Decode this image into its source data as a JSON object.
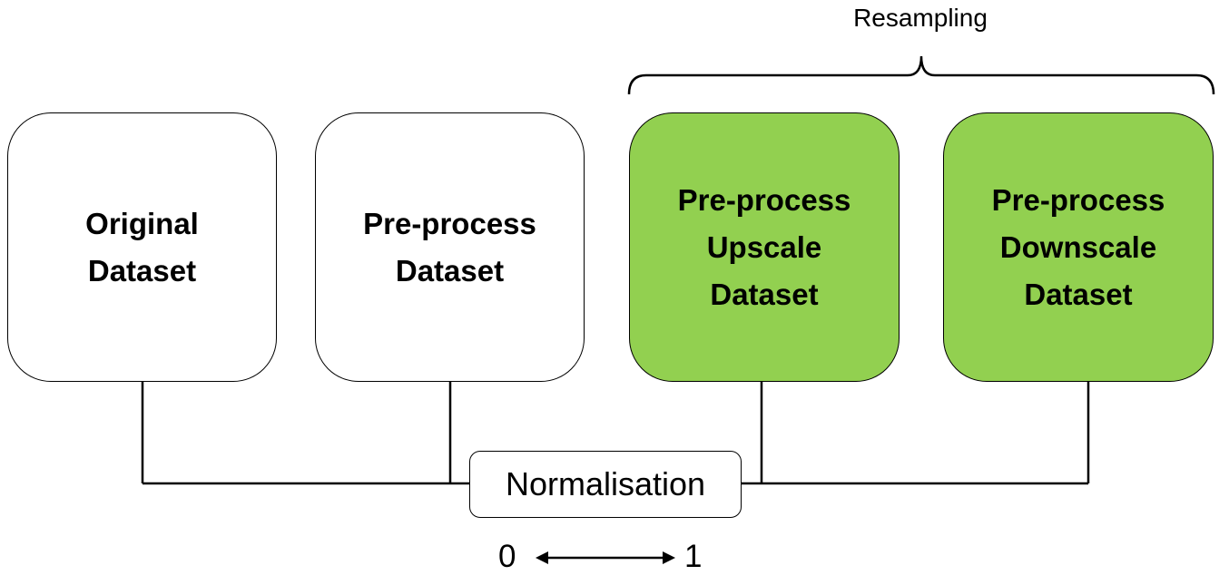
{
  "boxes": {
    "original": {
      "label": "Original\nDataset"
    },
    "preprocess": {
      "label": "Pre-process\nDataset"
    },
    "upscale": {
      "label": "Pre-process\nUpscale\nDataset"
    },
    "downscale": {
      "label": "Pre-process\nDownscale\nDataset"
    }
  },
  "resampling": {
    "label": "Resampling"
  },
  "normalisation": {
    "label": "Normalisation",
    "range_min": "0",
    "range_max": "1"
  },
  "colors": {
    "resampled_fill": "#92d050",
    "plain_fill": "#ffffff",
    "stroke": "#000000"
  }
}
